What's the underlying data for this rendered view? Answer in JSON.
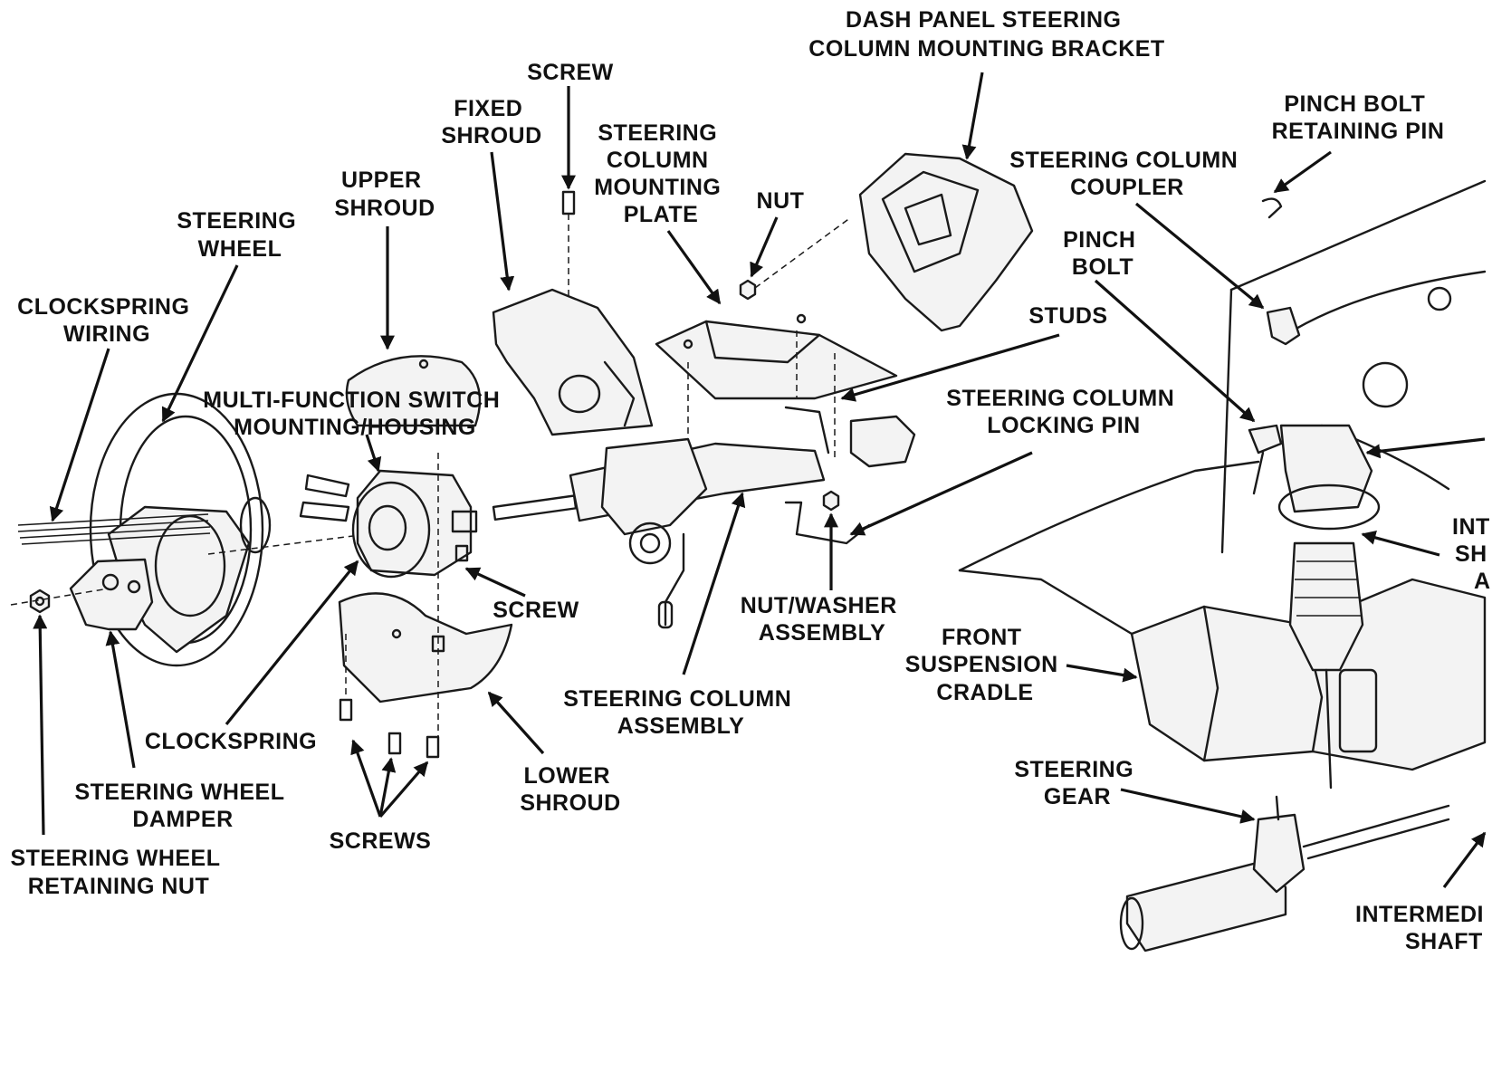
{
  "labels": {
    "dash_panel_bracket": [
      "DASH PANEL STEERING",
      "COLUMN MOUNTING BRACKET"
    ],
    "screw_top": [
      "SCREW"
    ],
    "fixed_shroud": [
      "FIXED",
      "SHROUD"
    ],
    "column_mounting_plate": [
      "STEERING",
      "COLUMN",
      "MOUNTING",
      "PLATE"
    ],
    "nut": [
      "NUT"
    ],
    "pinch_bolt_retaining_pin": [
      "PINCH BOLT",
      "RETAINING PIN"
    ],
    "column_coupler": [
      "STEERING COLUMN",
      "COUPLER"
    ],
    "pinch_bolt": [
      "PINCH",
      "BOLT"
    ],
    "studs": [
      "STUDS"
    ],
    "upper_shroud": [
      "UPPER",
      "SHROUD"
    ],
    "steering_wheel": [
      "STEERING",
      "WHEEL"
    ],
    "clockspring_wiring": [
      "CLOCKSPRING",
      "WIRING"
    ],
    "multifunction_switch": [
      "MULTI-FUNCTION SWITCH",
      "MOUNTING/HOUSING"
    ],
    "column_locking_pin": [
      "STEERING COLUMN",
      "LOCKING PIN"
    ],
    "screw_middle": [
      "SCREW"
    ],
    "nut_washer": [
      "NUT/WASHER",
      "ASSEMBLY"
    ],
    "front_suspension_cradle": [
      "FRONT",
      "SUSPENSION",
      "CRADLE"
    ],
    "column_assembly": [
      "STEERING COLUMN",
      "ASSEMBLY"
    ],
    "clockspring": [
      "CLOCKSPRING"
    ],
    "wheel_damper": [
      "STEERING WHEEL",
      "DAMPER"
    ],
    "lower_shroud": [
      "LOWER",
      "SHROUD"
    ],
    "screws": [
      "SCREWS"
    ],
    "retaining_nut": [
      "STEERING WHEEL",
      "RETAINING NUT"
    ],
    "steering_gear": [
      "STEERING",
      "GEAR"
    ],
    "intermediate_shaft_bottom": [
      "INTERMEDI",
      "SHAFT"
    ],
    "intermediate_shaft_right": [
      "INT",
      "SH",
      "A"
    ]
  }
}
